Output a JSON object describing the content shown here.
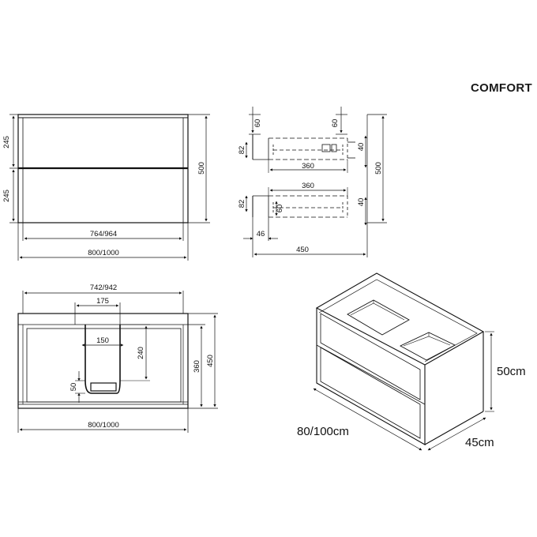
{
  "title": "COMFORT",
  "front_view": {
    "drawer_height_top": "245",
    "drawer_height_bottom": "245",
    "total_height": "500",
    "inner_width": "764/964",
    "outer_width": "800/1000"
  },
  "side_view": {
    "top_gap_upper": "60",
    "top_gap_upper_right": "60",
    "drawer_front_height_upper": "82",
    "rail_height_upper": "40",
    "drawer_depth_upper": "360",
    "drawer_depth_lower": "360",
    "drawer_front_height_lower": "82",
    "gap_lower": "60",
    "rail_height_lower": "40",
    "front_offset": "46",
    "total_depth": "450",
    "total_height": "500"
  },
  "top_view": {
    "inner_width": "742/942",
    "cutout_width_outer": "175",
    "cutout_width_inner": "150",
    "cutout_depth": "240",
    "cutout_offset": "50",
    "inner_depth": "360",
    "total_depth": "450",
    "outer_width": "800/1000"
  },
  "perspective_view": {
    "height_label": "50cm",
    "width_label": "80/100cm",
    "depth_label": "45cm"
  }
}
